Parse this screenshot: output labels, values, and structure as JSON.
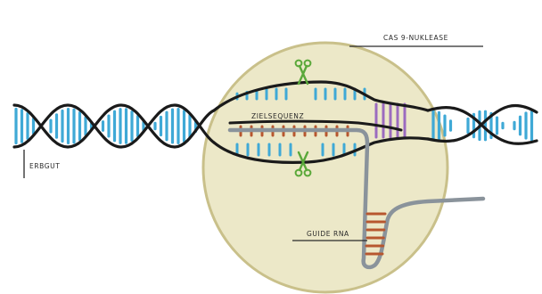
{
  "labels": {
    "cas9": "CAS 9-NUKLEASE",
    "genome": "ERBGUT",
    "target_sequence": "ZIELSEQUENZ",
    "guide_rna": "GUIDE RNA"
  },
  "colors": {
    "background": "#ffffff",
    "nuclease_fill": "#ece8c8",
    "nuclease_stroke": "#c9c08a",
    "dna_backbone": "#1a1a1a",
    "dna_rungs": "#3fa9d6",
    "target_rungs": "#b7572f",
    "pam_rungs": "#9b6bbf",
    "guide_rna": "#8a939b",
    "scissors": "#5aa83a",
    "label_text": "#2a2a2a"
  },
  "icons": [
    "scissors-icon-top",
    "scissors-icon-bottom"
  ]
}
